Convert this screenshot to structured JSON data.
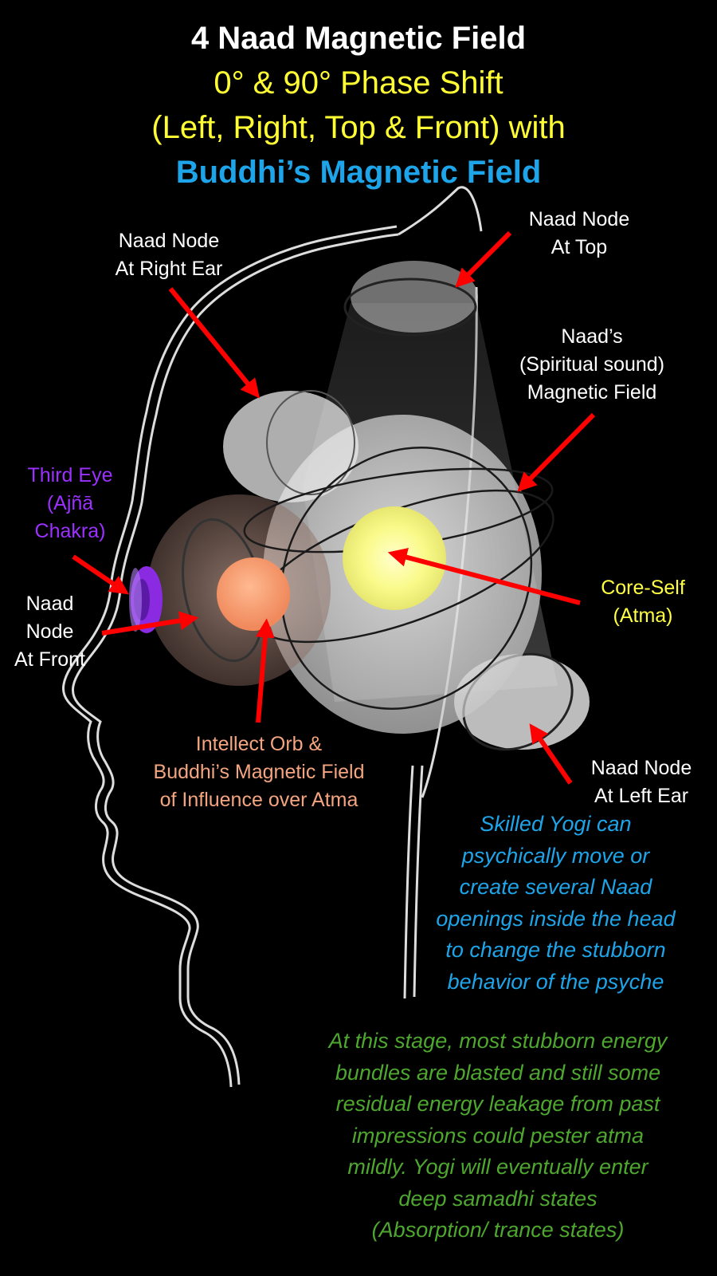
{
  "title": {
    "line1": "4 Naad Magnetic Field",
    "line2": "0° & 90° Phase Shift",
    "line3": "(Left, Right, Top & Front) with",
    "line4": "Buddhi’s Magnetic Field"
  },
  "labels": {
    "right_ear": [
      "Naad Node",
      "At Right Ear"
    ],
    "top": [
      "Naad Node",
      "At Top"
    ],
    "field": [
      "Naad’s",
      "(Spiritual sound)",
      "Magnetic Field"
    ],
    "third_eye": [
      "Third Eye",
      "(Ajñā",
      "Chakra)"
    ],
    "front": [
      "Naad",
      "Node",
      "At Front"
    ],
    "core_self": [
      "Core-Self",
      "(Atma)"
    ],
    "intellect": [
      "Intellect Orb &",
      "Buddhi’s Magnetic Field",
      "of Influence over Atma"
    ],
    "left_ear": [
      "Naad Node",
      "At Left Ear"
    ]
  },
  "notes": {
    "yogi": [
      "Skilled Yogi can",
      "psychically move or",
      "create several Naad",
      "openings inside the head",
      "to change the stubborn",
      "behavior of the psyche"
    ],
    "stage": [
      "At this stage, most stubborn energy",
      "bundles are blasted and still some",
      "residual energy leakage from past",
      "impressions could pester atma",
      "mildly. Yogi will eventually enter",
      "deep samadhi states",
      "(Absorption/ trance states)"
    ]
  },
  "colors": {
    "background": "#000000",
    "title_white": "#ffffff",
    "title_yellow": "#ffff33",
    "title_blue": "#1ea5e9",
    "third_eye": "#8a2be2",
    "core_self": "#ffff44",
    "intellect": "#f4a57f",
    "note_blue": "#1ea5e9",
    "note_green": "#4ea72e",
    "arrow": "#ff0000"
  }
}
